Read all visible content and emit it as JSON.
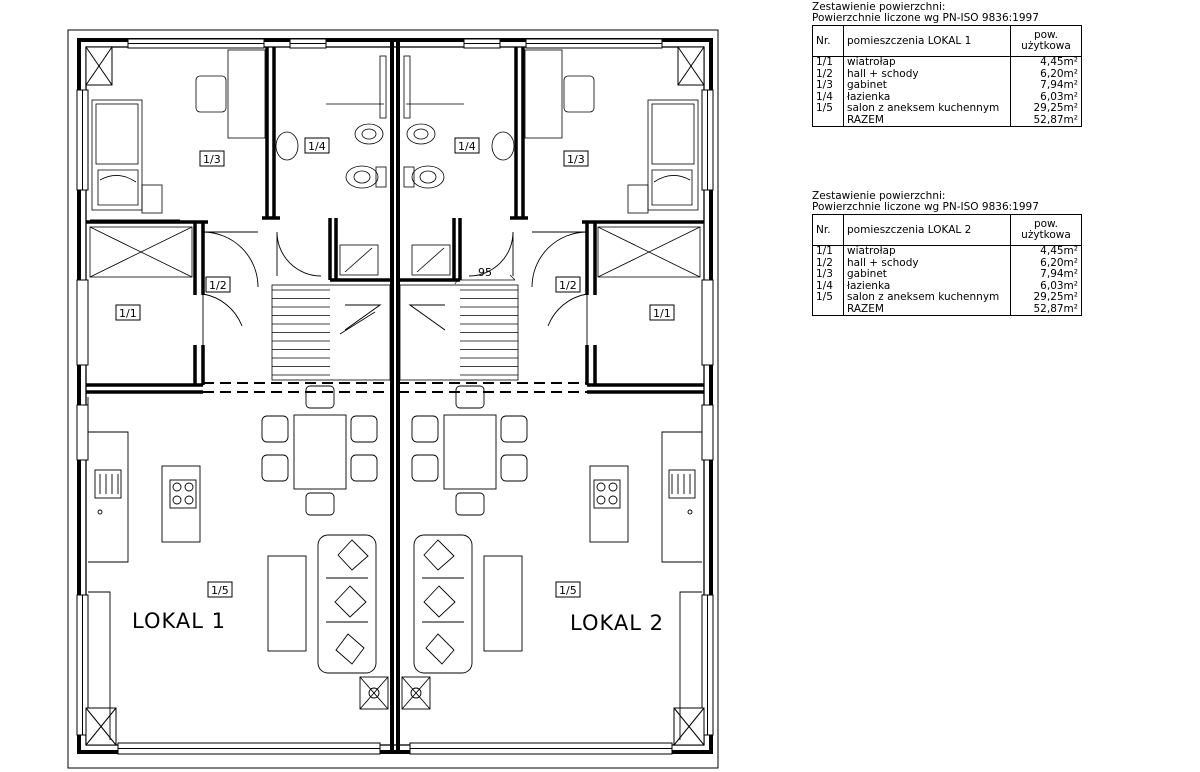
{
  "plan": {
    "unit_labels": [
      "LOKAL 1",
      "LOKAL 2"
    ],
    "room_tags_left": {
      "r1": "1/1",
      "r2": "1/2",
      "r3": "1/3",
      "r4": "1/4",
      "r5": "1/5"
    },
    "room_tags_right": {
      "r1": "1/1",
      "r2": "1/2",
      "r3": "1/3",
      "r4": "1/4",
      "r5": "1/5"
    },
    "dimension": "95"
  },
  "tables": [
    {
      "title_line1": "Zestawienie powierzchni:",
      "title_line2": "Powierzchnie liczone wg PN-ISO 9836:1997",
      "col_nr": "Nr.",
      "col_name": "pomieszczenia LOKAL 1",
      "col_area_line1": "pow.",
      "col_area_line2": "użytkowa",
      "rows": [
        {
          "nr": "1/1",
          "name": "wiatrołap",
          "area": "4,45m²"
        },
        {
          "nr": "1/2",
          "name": "hall + schody",
          "area": "6,20m²"
        },
        {
          "nr": "1/3",
          "name": "gabinet",
          "area": "7,94m²"
        },
        {
          "nr": "1/4",
          "name": "łazienka",
          "area": "6,03m²"
        },
        {
          "nr": "1/5",
          "name": "salon z aneksem kuchennym",
          "area": "29,25m²"
        }
      ],
      "total_label": "RAZEM",
      "total_area": "52,87m²"
    },
    {
      "title_line1": "Zestawienie powierzchni:",
      "title_line2": "Powierzchnie liczone wg PN-ISO 9836:1997",
      "col_nr": "Nr.",
      "col_name": "pomieszczenia LOKAL 2",
      "col_area_line1": "pow.",
      "col_area_line2": "użytkowa",
      "rows": [
        {
          "nr": "1/1",
          "name": "wiatrołap",
          "area": "4,45m²"
        },
        {
          "nr": "1/2",
          "name": "hall + schody",
          "area": "6,20m²"
        },
        {
          "nr": "1/3",
          "name": "gabinet",
          "area": "7,94m²"
        },
        {
          "nr": "1/4",
          "name": "łazienka",
          "area": "6,03m²"
        },
        {
          "nr": "1/5",
          "name": "salon z aneksem kuchennym",
          "area": "29,25m²"
        }
      ],
      "total_label": "RAZEM",
      "total_area": "52,87m²"
    }
  ]
}
